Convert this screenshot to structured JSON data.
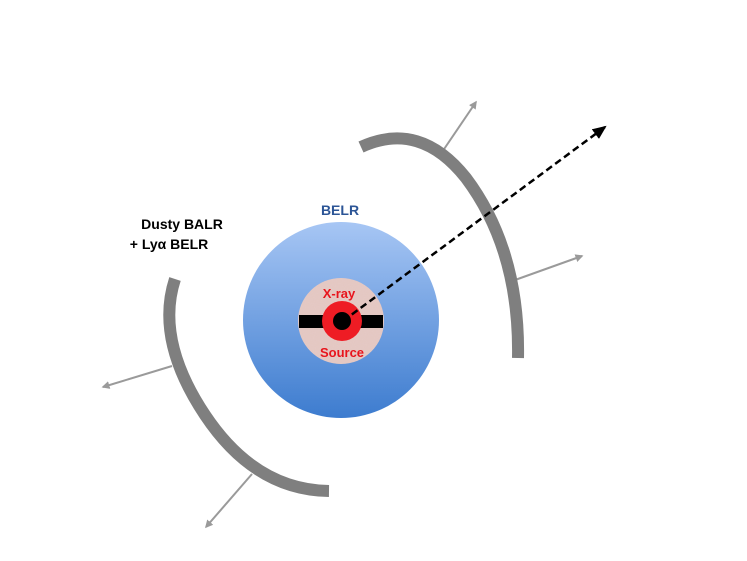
{
  "labels": {
    "outer_line1": "Dusty BALR",
    "outer_line2": "+ Lyα BELR",
    "belr": "BELR",
    "xray_top": "X-ray",
    "xray_bottom": "Source"
  },
  "colors": {
    "belr_gradient_top": "#a7c6f4",
    "belr_gradient_bottom": "#3d7ccf",
    "xray_disk": "#e3c6c0",
    "xray_text": "#e8141c",
    "ring": "#ee1c24",
    "arc": "#7f7f7f",
    "arrow": "#9a9a9a",
    "jet": "#000000",
    "belr_text": "#2c5596"
  }
}
